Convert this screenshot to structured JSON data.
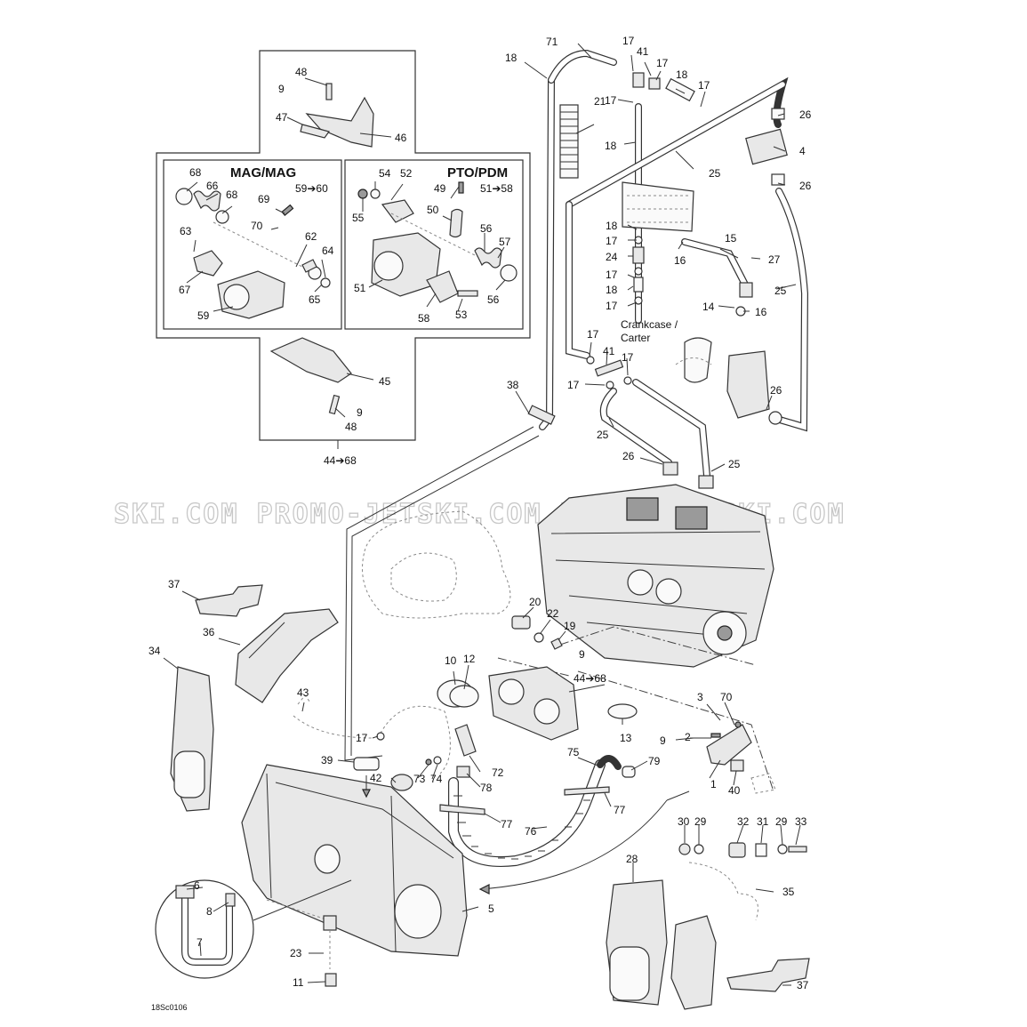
{
  "watermark": "SKI.COM   PROMO-JETSKI.COM   PROMO-JETSKI.COM",
  "drawing_number": "18Sc0106",
  "note_crankcase": "Crankcase /",
  "note_carter": "Carter",
  "panels": {
    "mag": {
      "title": "MAG/MAG",
      "range": "59➔60"
    },
    "pto": {
      "title": "PTO/PDM",
      "range": "51➔58"
    },
    "group_range": "44➔68",
    "throttle_range": "44➔68"
  },
  "callouts": [
    "48",
    "9",
    "47",
    "46",
    "68",
    "66",
    "68",
    "69",
    "70",
    "63",
    "62",
    "64",
    "67",
    "65",
    "59",
    "54",
    "52",
    "49",
    "55",
    "50",
    "56",
    "57",
    "51",
    "58",
    "53",
    "56",
    "45",
    "9",
    "48",
    "71",
    "18",
    "17",
    "41",
    "17",
    "18",
    "17",
    "21",
    "17",
    "18",
    "25",
    "26",
    "4",
    "26",
    "18",
    "17",
    "24",
    "17",
    "18",
    "17",
    "16",
    "15",
    "27",
    "14",
    "16",
    "25",
    "17",
    "41",
    "17",
    "17",
    "38",
    "26",
    "25",
    "26",
    "25",
    "37",
    "36",
    "34",
    "20",
    "22",
    "19",
    "9",
    "10",
    "12",
    "44➔68",
    "43",
    "17",
    "13",
    "9",
    "3",
    "70",
    "2",
    "1",
    "40",
    "39",
    "42",
    "73",
    "74",
    "72",
    "78",
    "75",
    "79",
    "77",
    "77",
    "76",
    "30",
    "29",
    "32",
    "31",
    "29",
    "33",
    "28",
    "35",
    "6",
    "8",
    "7",
    "5",
    "23",
    "11",
    "37"
  ]
}
